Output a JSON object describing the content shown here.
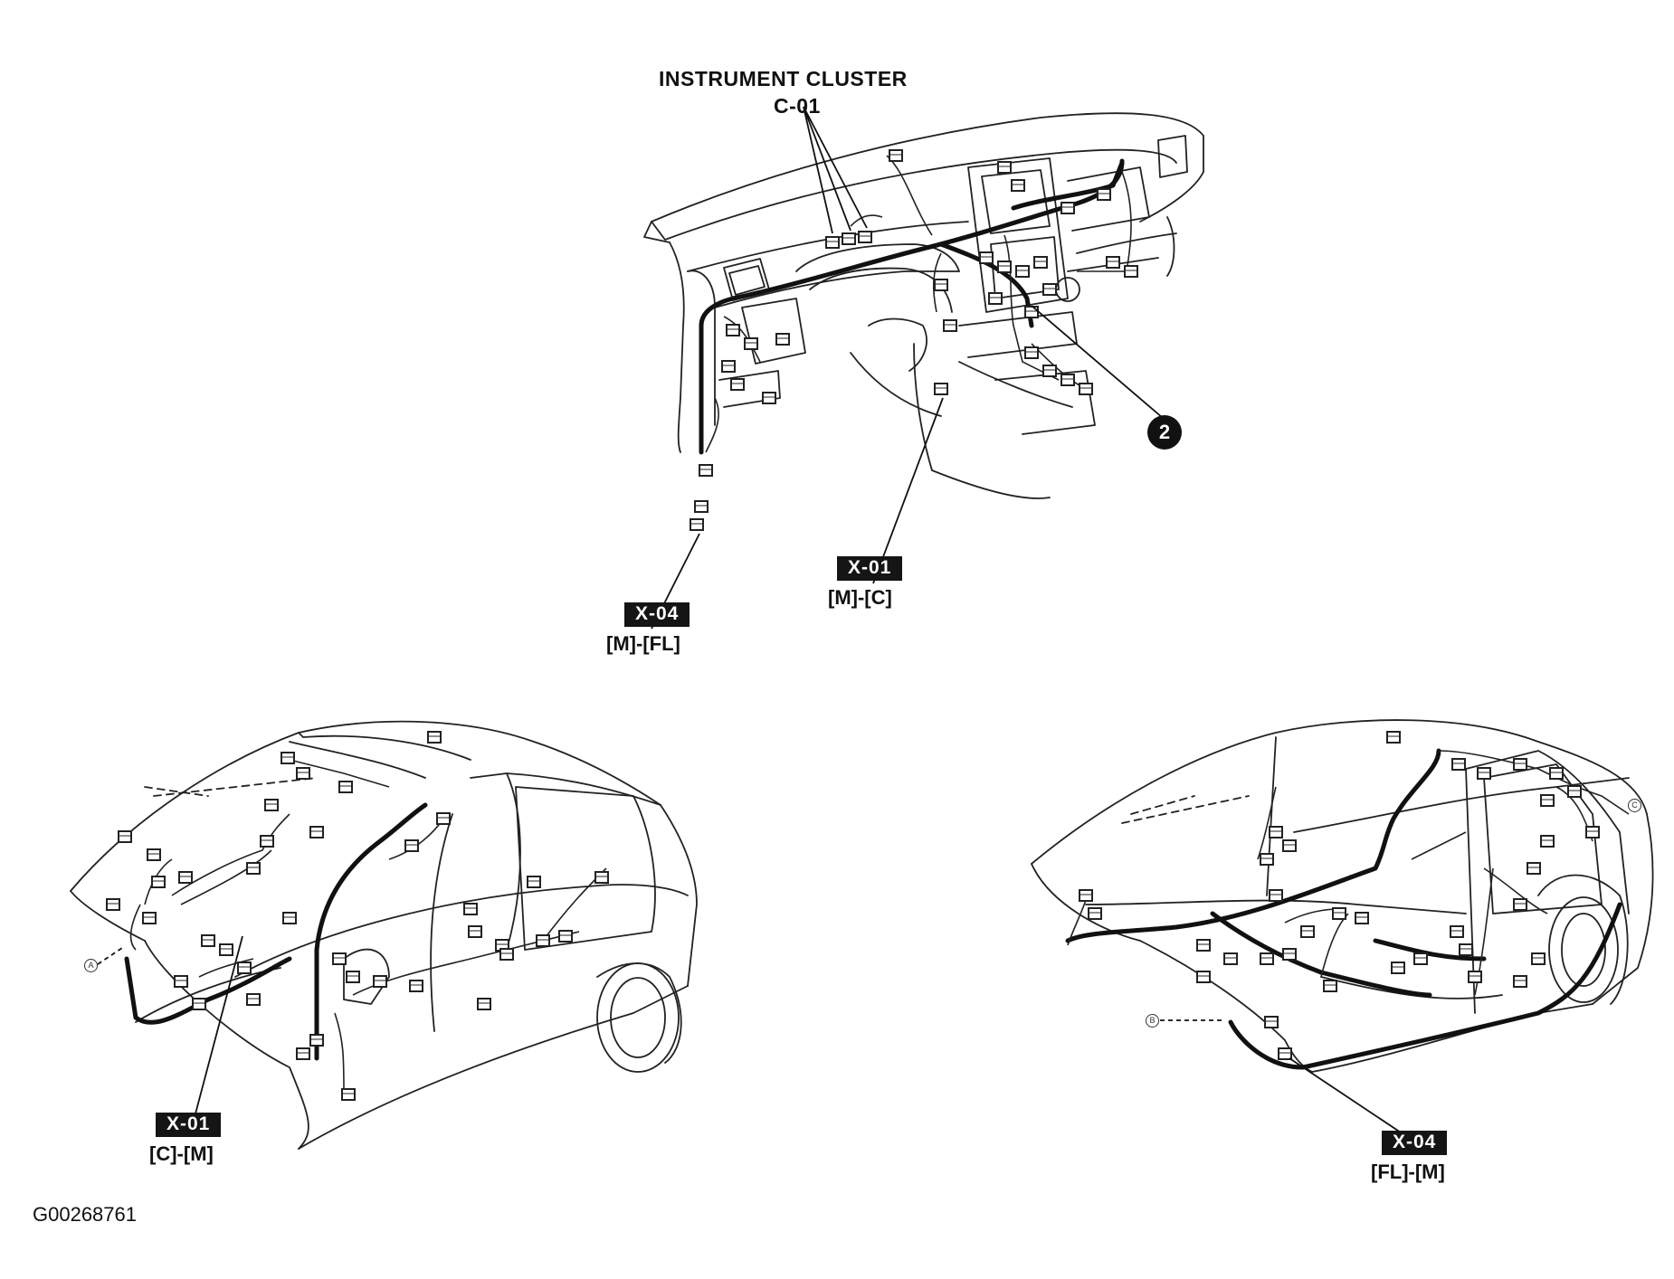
{
  "title": "INSTRUMENT CLUSTER",
  "title_code": "C-01",
  "callout_number": "2",
  "connectors": {
    "dash_left": {
      "tag": "X-04",
      "code": "[M]-[FL]"
    },
    "dash_center": {
      "tag": "X-01",
      "code": "[M]-[C]"
    },
    "rear_car": {
      "tag": "X-01",
      "code": "[C]-[M]"
    },
    "front_car": {
      "tag": "X-04",
      "code": "[FL]-[M]"
    }
  },
  "markers": {
    "a": "A",
    "b": "B",
    "c": "C"
  },
  "figure_id": "G00268761"
}
